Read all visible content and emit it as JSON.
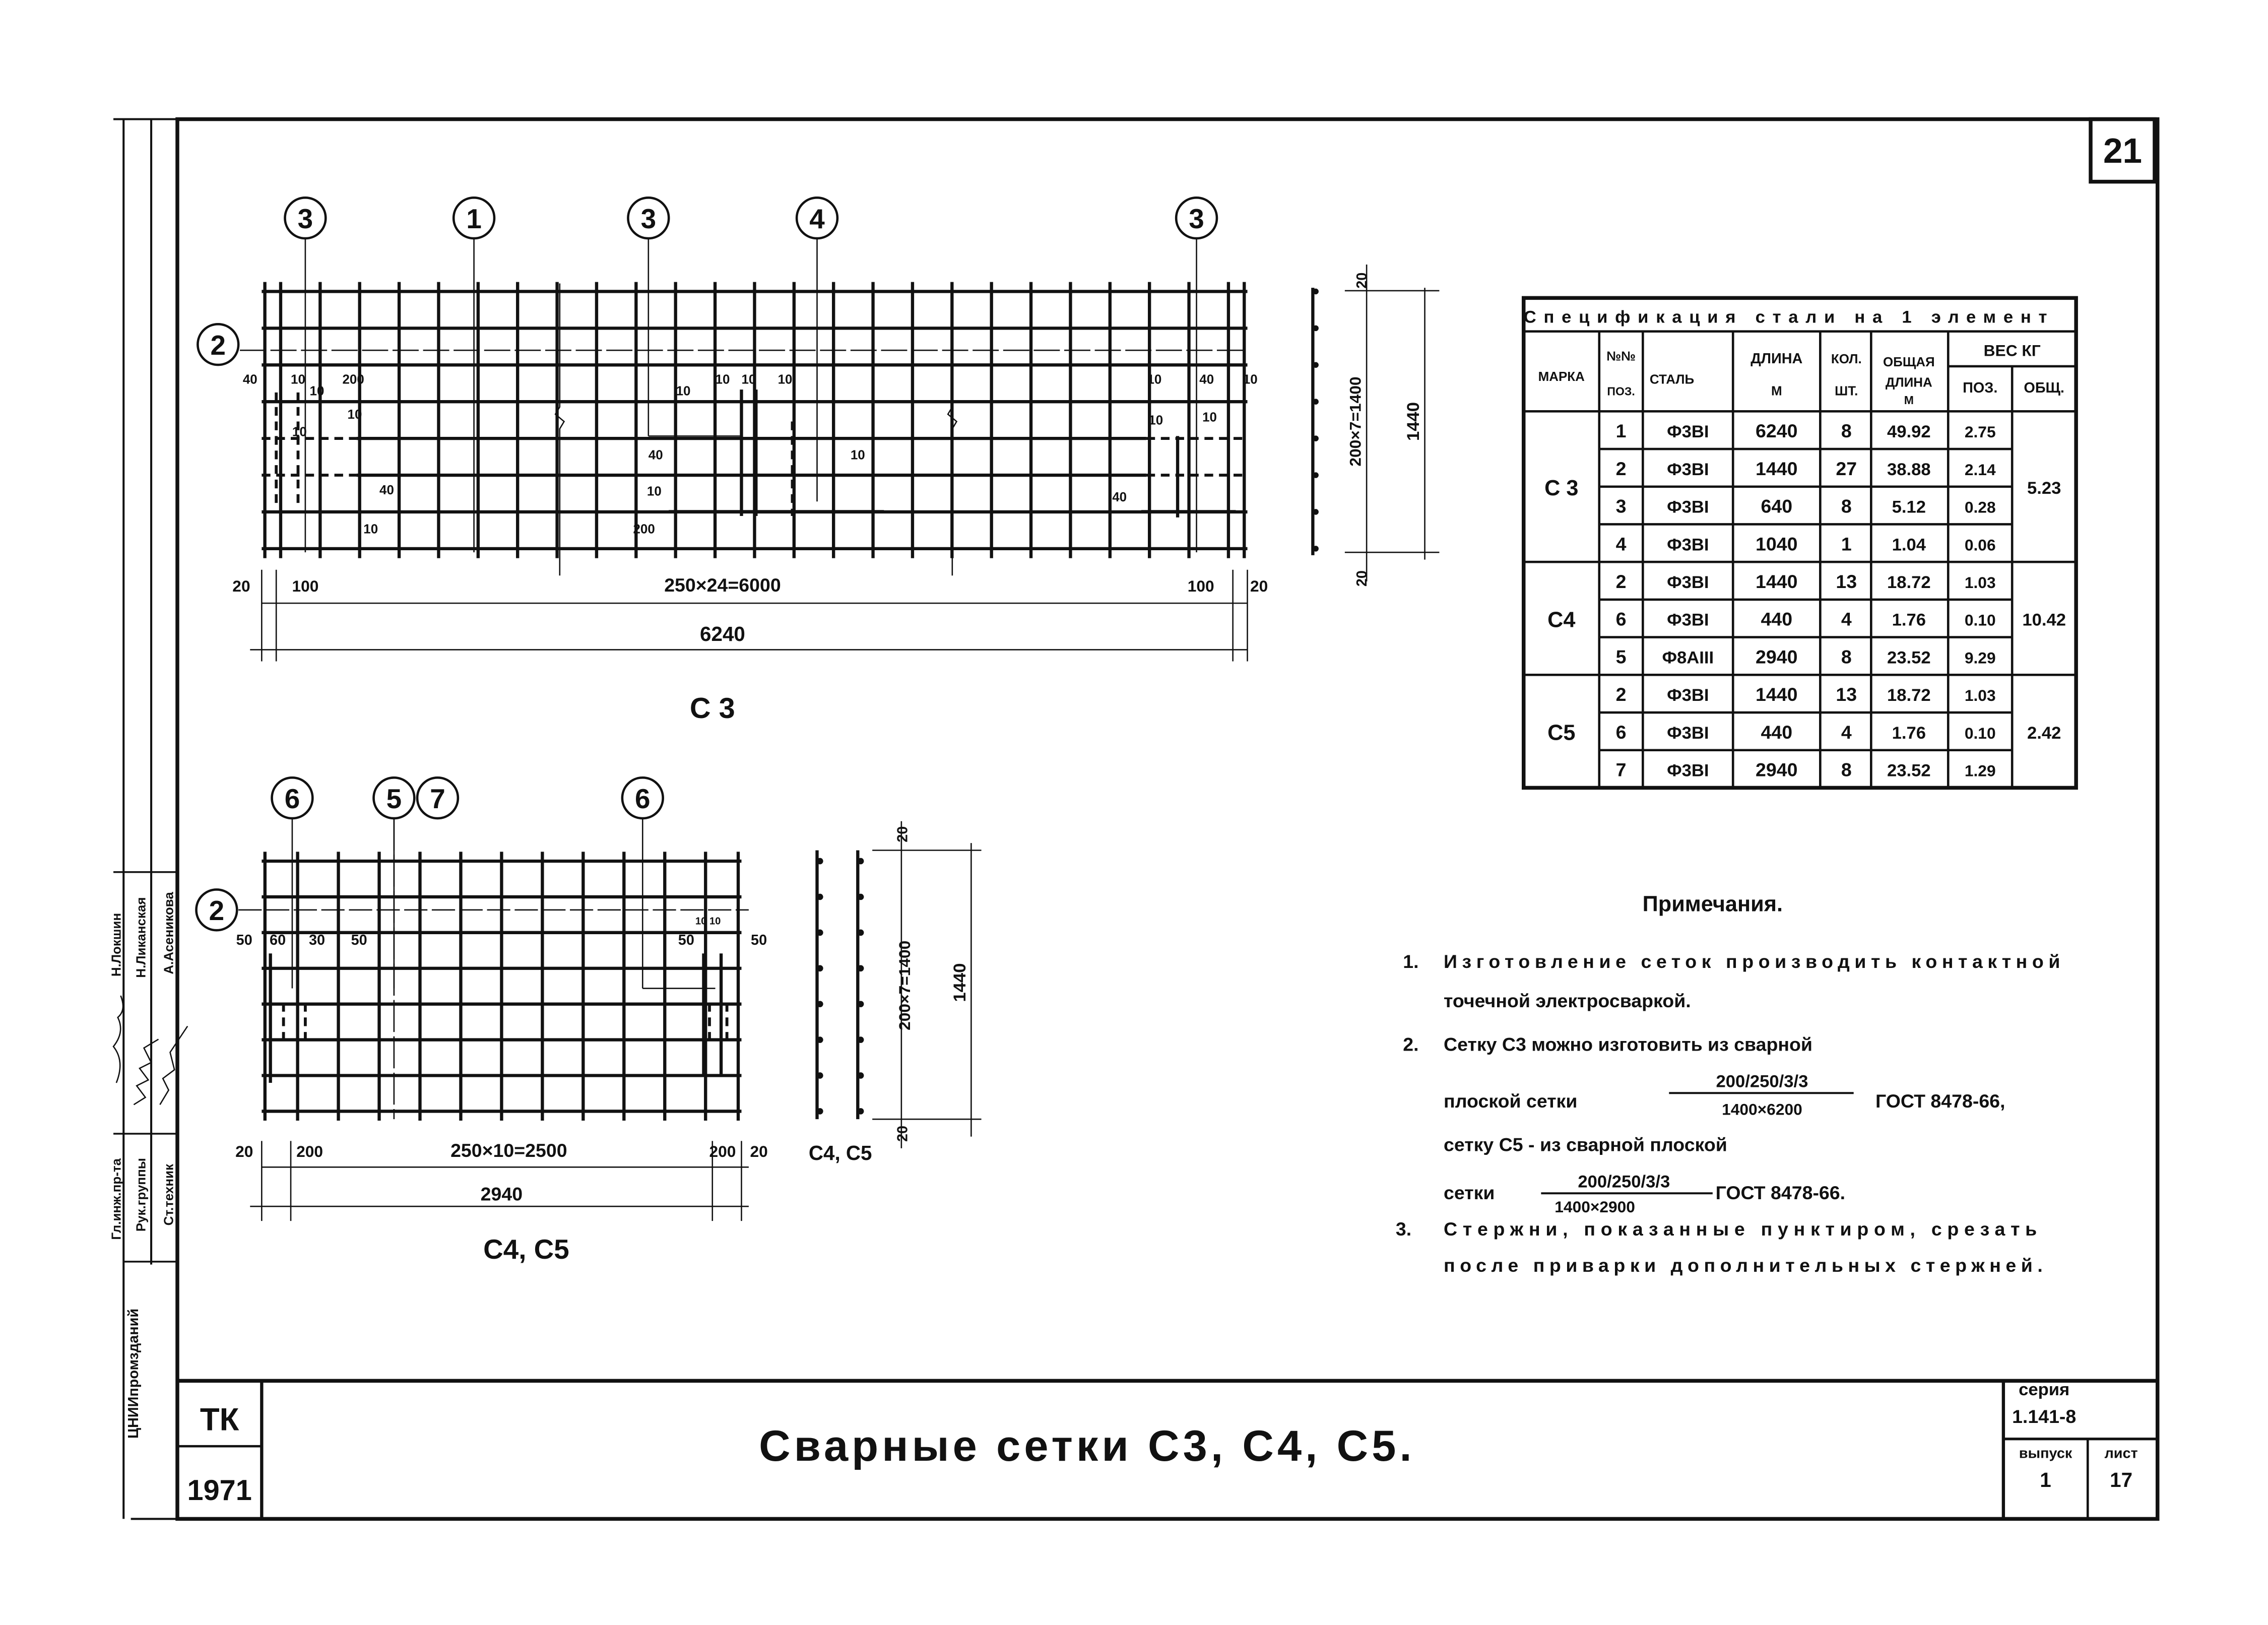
{
  "sheet_number": "21",
  "stamp": {
    "org": "ЦНИИпромзданий",
    "roles": [
      "Гл.инж.пр-та",
      "Рук.группы",
      "Ст.техник"
    ],
    "names": [
      "Н.Локшин",
      "Н.Ликанская",
      "А.Асеникова"
    ]
  },
  "drawing_c3": {
    "callouts_top": [
      "3",
      "1",
      "3",
      "4",
      "3"
    ],
    "callout_left": "2",
    "dims_bottom": [
      "20",
      "100",
      "250×24=6000",
      "100",
      "20"
    ],
    "overall": "6240",
    "side_dims": [
      "20",
      "200×7=1400",
      "1440",
      "20"
    ],
    "detail_dims": [
      "40",
      "10",
      "200",
      "10",
      "10",
      "10",
      "40",
      "10",
      "10",
      "10",
      "10",
      "10",
      "40",
      "10",
      "10",
      "200",
      "10",
      "40",
      "10",
      "10",
      "10",
      "40"
    ],
    "label": "С 3"
  },
  "drawing_c4c5": {
    "callouts_top": [
      "6",
      "5",
      "7",
      "6"
    ],
    "callout_left": "2",
    "dims_bottom": [
      "20",
      "200",
      "250×10=2500",
      "200",
      "20"
    ],
    "overall": "2940",
    "side_dims": [
      "20",
      "200×7=1400",
      "1440",
      "20"
    ],
    "detail_dims": [
      "50",
      "60",
      "30",
      "50",
      "50",
      "10 10",
      "50"
    ],
    "side_label": "С4, С5",
    "label": "С4, С5"
  },
  "table": {
    "title": "Спецификация стали на 1 элемент",
    "headers": {
      "mark": "МАРКА",
      "pos_top": "№№",
      "pos_bottom": "ПОЗ.",
      "steel": "СТАЛЬ",
      "length_top": "ДЛИНА",
      "length_bottom": "М",
      "qty_top": "КОЛ.",
      "qty_bottom": "ШТ.",
      "total_top": "ОБЩАЯ",
      "total_mid": "ДЛИНА",
      "total_bottom": "М",
      "weight": "ВЕС КГ",
      "weight_pos": "ПОЗ.",
      "weight_total": "ОБЩ."
    },
    "groups": [
      {
        "mark": "С 3",
        "total": "5.23",
        "rows": [
          {
            "pos": "1",
            "steel": "Ф3ВI",
            "length": "6240",
            "qty": "8",
            "total_length": "49.92",
            "weight": "2.75"
          },
          {
            "pos": "2",
            "steel": "Ф3ВI",
            "length": "1440",
            "qty": "27",
            "total_length": "38.88",
            "weight": "2.14"
          },
          {
            "pos": "3",
            "steel": "Ф3ВI",
            "length": "640",
            "qty": "8",
            "total_length": "5.12",
            "weight": "0.28"
          },
          {
            "pos": "4",
            "steel": "Ф3ВI",
            "length": "1040",
            "qty": "1",
            "total_length": "1.04",
            "weight": "0.06"
          }
        ]
      },
      {
        "mark": "С4",
        "total": "10.42",
        "rows": [
          {
            "pos": "2",
            "steel": "Ф3ВI",
            "length": "1440",
            "qty": "13",
            "total_length": "18.72",
            "weight": "1.03"
          },
          {
            "pos": "6",
            "steel": "Ф3ВI",
            "length": "440",
            "qty": "4",
            "total_length": "1.76",
            "weight": "0.10"
          },
          {
            "pos": "5",
            "steel": "Ф8АIII",
            "length": "2940",
            "qty": "8",
            "total_length": "23.52",
            "weight": "9.29"
          }
        ]
      },
      {
        "mark": "С5",
        "total": "2.42",
        "rows": [
          {
            "pos": "2",
            "steel": "Ф3ВI",
            "length": "1440",
            "qty": "13",
            "total_length": "18.72",
            "weight": "1.03"
          },
          {
            "pos": "6",
            "steel": "Ф3ВI",
            "length": "440",
            "qty": "4",
            "total_length": "1.76",
            "weight": "0.10"
          },
          {
            "pos": "7",
            "steel": "Ф3ВI",
            "length": "2940",
            "qty": "8",
            "total_length": "23.52",
            "weight": "1.29"
          }
        ]
      }
    ]
  },
  "notes": {
    "heading": "Примечания.",
    "items": [
      {
        "num": "1.",
        "lines": [
          "Изготовление сеток производить контактной",
          "точечной электросваркой."
        ]
      },
      {
        "num": "2.",
        "lines": [
          "Сетку С3 можно изготовить из сварной",
          "плоской сетки",
          "ГОСТ 8478-66,",
          "сетку С5 - из сварной плоской",
          "сетки",
          "ГОСТ 8478-66."
        ],
        "fractions": [
          {
            "num": "200/250/3/3",
            "den": "1400×6200"
          },
          {
            "num": "200/250/3/3",
            "den": "1400×2900"
          }
        ]
      },
      {
        "num": "3.",
        "lines": [
          "Стержни, показанные пунктиром, срезать",
          "после приварки дополнительных стержней."
        ]
      }
    ]
  },
  "title_block": {
    "org": "ТК",
    "year": "1971",
    "title": "Сварные сетки С3, С4, С5.",
    "series_label": "серия",
    "series": "1.141-8",
    "issue_label": "выпуск",
    "issue": "1",
    "sheet_label": "лист",
    "sheet": "17"
  }
}
